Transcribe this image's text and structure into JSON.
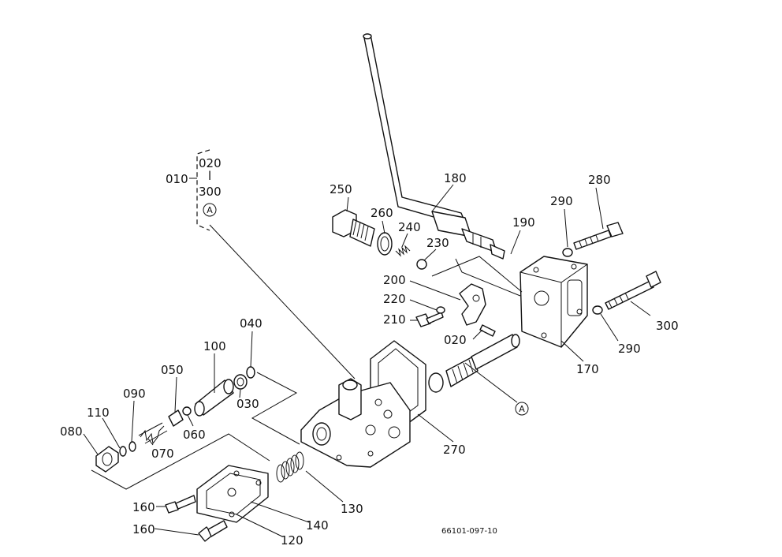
{
  "diagram": {
    "drawing_number": "66101-097-10",
    "marker": "A",
    "assembly": {
      "label": "010",
      "range_start": "020",
      "range_separator": "l",
      "range_end": "300"
    },
    "labels": {
      "p020": "020",
      "p030": "030",
      "p040": "040",
      "p050": "050",
      "p060": "060",
      "p070": "070",
      "p080": "080",
      "p090": "090",
      "p100": "100",
      "p110": "110",
      "p120": "120",
      "p130": "130",
      "p140": "140",
      "p160a": "160",
      "p160b": "160",
      "p170": "170",
      "p180": "180",
      "p190": "190",
      "p200": "200",
      "p210": "210",
      "p220": "220",
      "p230": "230",
      "p240": "240",
      "p250": "250",
      "p260": "260",
      "p270": "270",
      "p280": "280",
      "p290a": "290",
      "p290b": "290",
      "p300": "300"
    }
  }
}
